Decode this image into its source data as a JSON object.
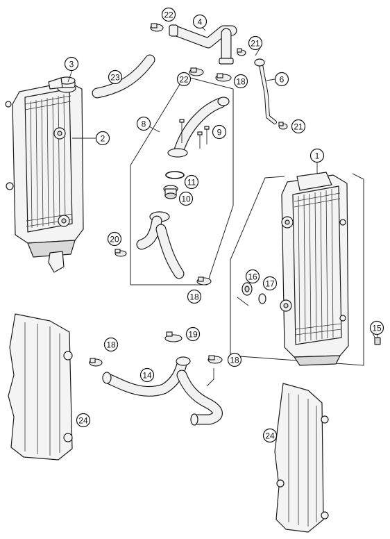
{
  "callouts": [
    {
      "id": "1",
      "label": "1"
    },
    {
      "id": "2",
      "label": "2"
    },
    {
      "id": "3",
      "label": "3"
    },
    {
      "id": "4",
      "label": "4"
    },
    {
      "id": "6",
      "label": "6"
    },
    {
      "id": "8",
      "label": "8"
    },
    {
      "id": "9",
      "label": "9"
    },
    {
      "id": "10",
      "label": "10"
    },
    {
      "id": "11",
      "label": "11"
    },
    {
      "id": "14",
      "label": "14"
    },
    {
      "id": "15",
      "label": "15"
    },
    {
      "id": "16",
      "label": "16"
    },
    {
      "id": "17",
      "label": "17"
    },
    {
      "id": "18a",
      "label": "18"
    },
    {
      "id": "18b",
      "label": "18"
    },
    {
      "id": "18c",
      "label": "18"
    },
    {
      "id": "18d",
      "label": "18"
    },
    {
      "id": "19",
      "label": "19"
    },
    {
      "id": "20",
      "label": "20"
    },
    {
      "id": "21a",
      "label": "21"
    },
    {
      "id": "21b",
      "label": "21"
    },
    {
      "id": "22a",
      "label": "22"
    },
    {
      "id": "22b",
      "label": "22"
    },
    {
      "id": "23",
      "label": "23"
    },
    {
      "id": "24a",
      "label": "24"
    },
    {
      "id": "24b",
      "label": "24"
    }
  ]
}
